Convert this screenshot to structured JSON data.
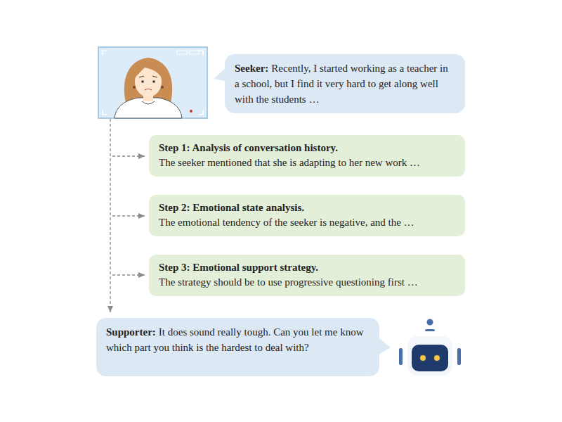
{
  "diagram": {
    "nodes": [
      {
        "text": [
          "Seeker:",
          "Recently, I started working as a teacher in a school, but I find it very hard to get along well with the students …"
        ]
      },
      {
        "text": [
          "Step 1: Analysis of conversation history.",
          "The seeker mentioned that she is adapting to her new work …"
        ]
      },
      {
        "text": [
          "Step 2: Emotional state analysis.",
          "The emotional tendency of the seeker is negative, and the …"
        ]
      },
      {
        "text": [
          "Step 3: Emotional support strategy.",
          "The strategy should be to use progressive questioning first …"
        ]
      },
      {
        "text": [
          "Supporter:",
          "It does sound really tough. Can you let me know which part you think is the hardest to deal with?"
        ]
      }
    ]
  }
}
